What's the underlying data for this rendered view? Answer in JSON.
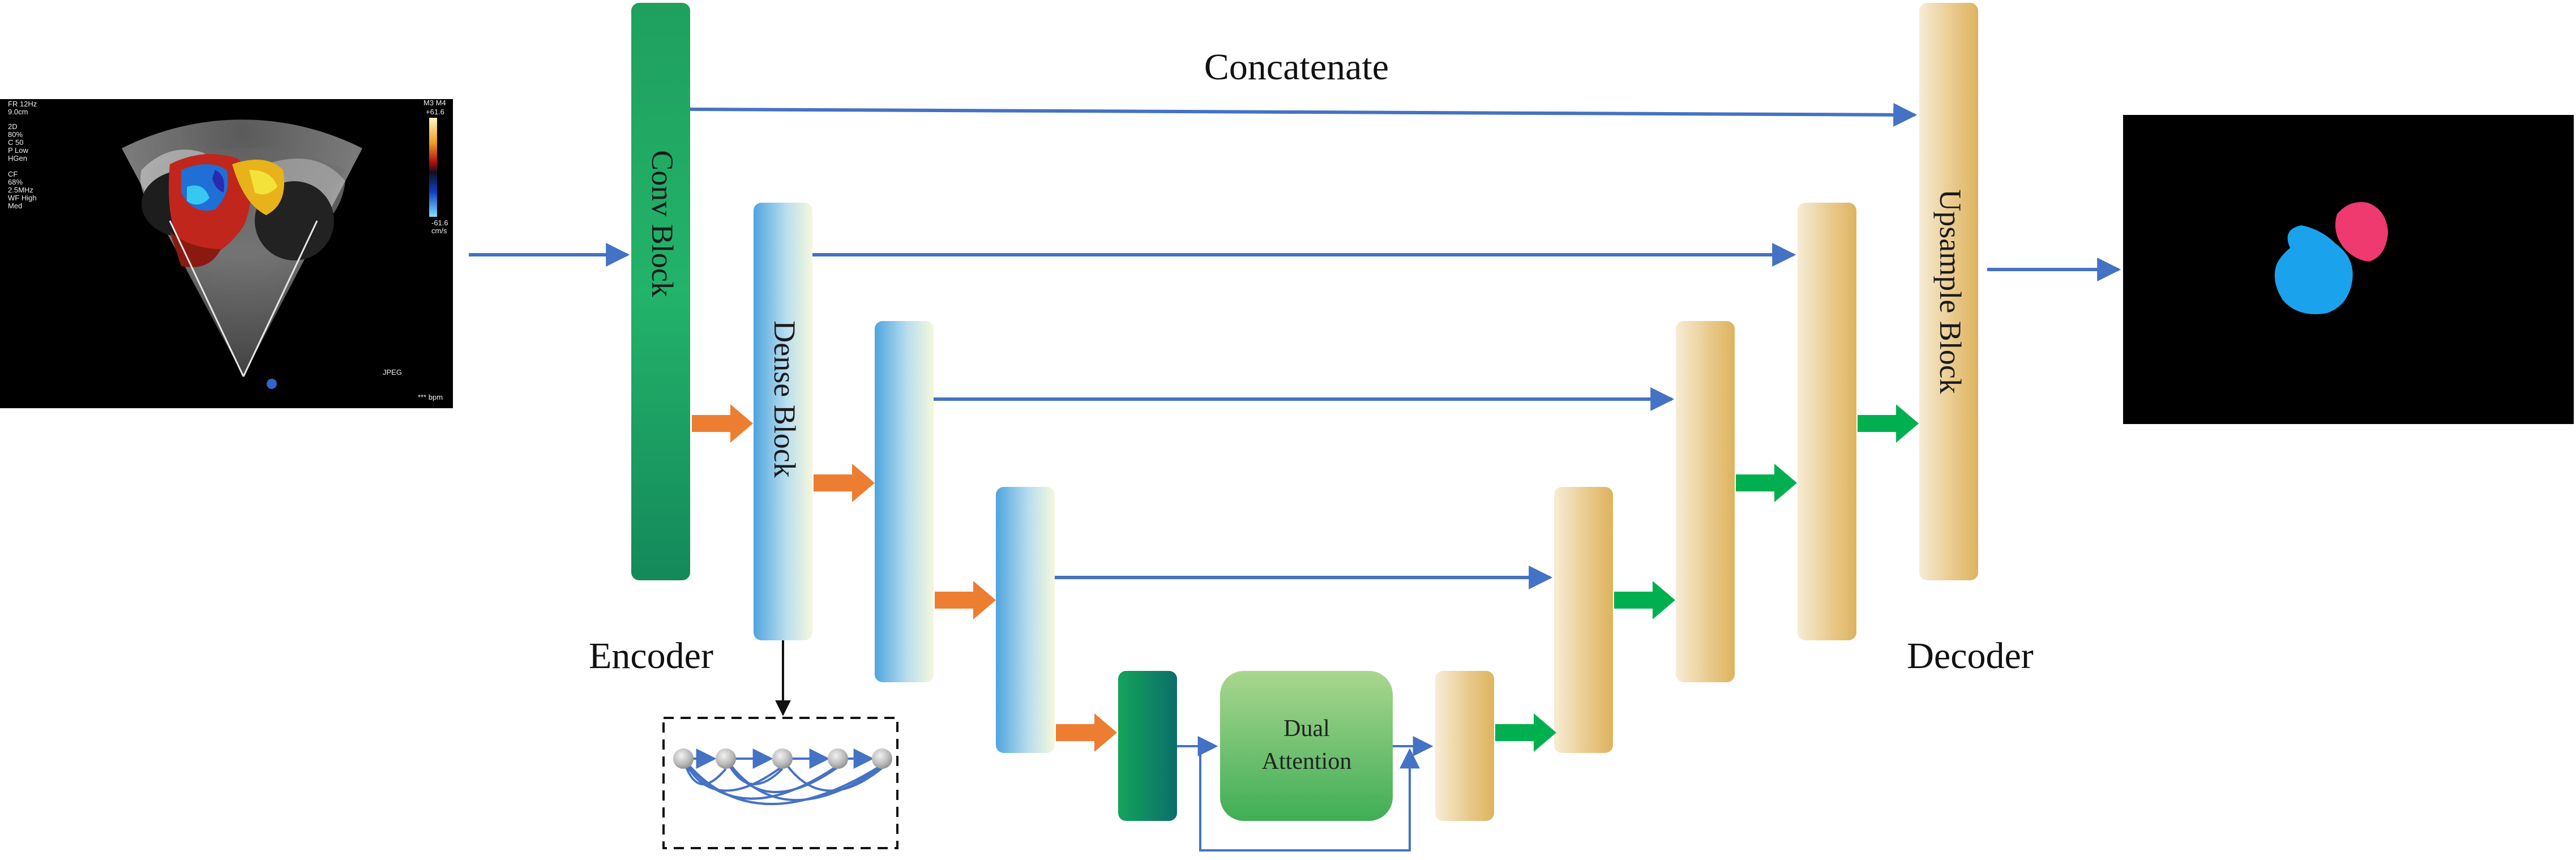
{
  "labels": {
    "concatenate": "Concatenate",
    "encoder": "Encoder",
    "decoder": "Decoder",
    "conv_block": "Conv Block",
    "dense_block": "Dense Block",
    "upsample_block": "Upsample Block",
    "dual_attention_line1": "Dual",
    "dual_attention_line2": "Attention"
  },
  "echo_overlay": {
    "top_left": [
      "FR 12Hz",
      "9.0cm",
      "2D",
      "80%",
      "C 50",
      "P Low",
      "HGen",
      "CF",
      "68%",
      "2.5MHz",
      "WF High",
      "Med"
    ],
    "top_right": [
      "M3 M4",
      "+61.6"
    ],
    "scale_bottom": [
      "-61.6",
      "cm/s"
    ],
    "bottom_right": [
      "JPEG",
      "*** bpm"
    ]
  },
  "colors": {
    "arrow_blue": "#4472c4",
    "arrow_orange": "#ed7d31",
    "arrow_green": "#00b050",
    "conv_green": "#1a9e5e",
    "dense_blue": "#5aaee0",
    "decoder_gold": "#e2b96a",
    "dual_attention_green": "#6cc36a",
    "mask_blue": "#1aa3ec",
    "mask_pink": "#ee3a6e"
  }
}
